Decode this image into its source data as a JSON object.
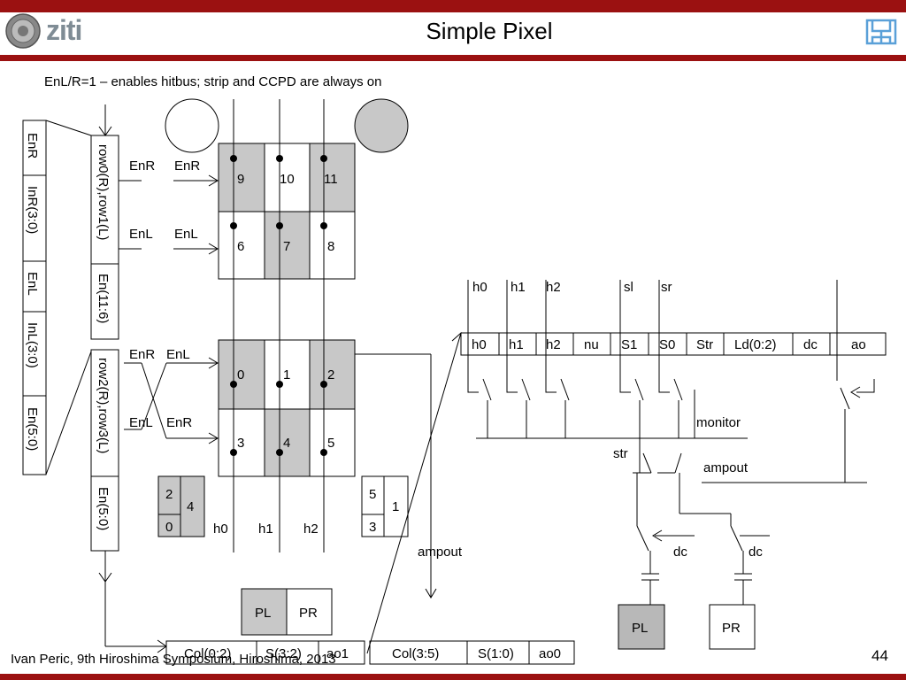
{
  "header": {
    "title": "Simple Pixel",
    "logo_text": "ziti",
    "accent_color": "#9b1111"
  },
  "footer": {
    "citation": "Ivan Peric, 9th Hiroshima Symposium, Hiroshima, 2013",
    "page_number": "44"
  },
  "caption": "EnL/R=1 – enables hitbus; strip and CCPD are always on",
  "left_register": [
    "EnR",
    "InR(3:0)",
    "EnL",
    "InL(3:0)",
    "En(5:0)"
  ],
  "col_reg_top": [
    "row0(R),row1(L)",
    "En(11:6)"
  ],
  "col_reg_bottom": [
    "row2(R),row3(L)",
    "En(5:0)"
  ],
  "sig": {
    "enr": "EnR",
    "enl": "EnL"
  },
  "pixels_top": [
    "9",
    "10",
    "11",
    "6",
    "7",
    "8"
  ],
  "pixels_bottom": [
    "0",
    "1",
    "2",
    "3",
    "4",
    "5"
  ],
  "hitbus_labels": [
    "h0",
    "h1",
    "h2"
  ],
  "small_left": [
    "2",
    "0",
    "4"
  ],
  "small_right": [
    "5",
    "3",
    "1"
  ],
  "sensors": [
    "PL",
    "PR"
  ],
  "bottom_register_left": [
    "Col(0:2)",
    "S(3:2)",
    "ao1"
  ],
  "bottom_register_right": [
    "Col(3:5)",
    "S(1:0)",
    "ao0"
  ],
  "config_register": [
    "h0",
    "h1",
    "h2",
    "nu",
    "S1",
    "S0",
    "Str",
    "Ld(0:2)",
    "dc",
    "ao"
  ],
  "config_signals": [
    "h0",
    "h1",
    "h2",
    "sl",
    "sr"
  ],
  "outputs": {
    "monitor": "monitor",
    "str": "str",
    "ampout": "ampout",
    "dc": "dc"
  }
}
